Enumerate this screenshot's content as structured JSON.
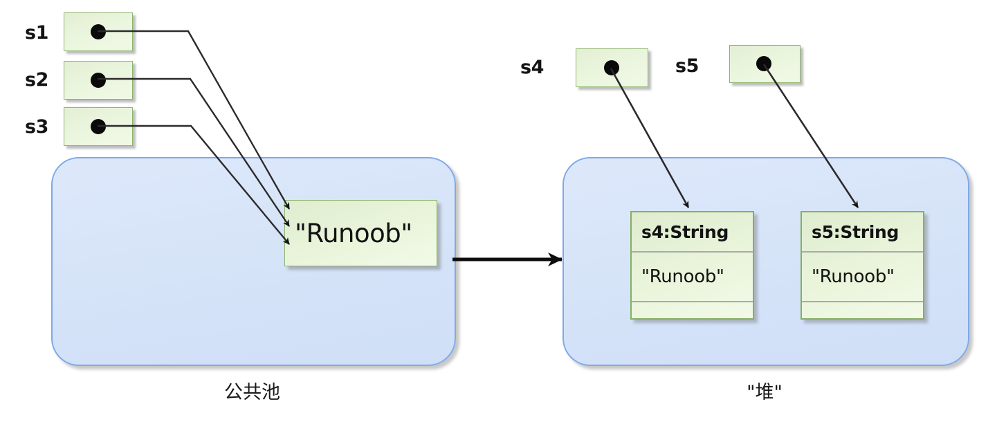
{
  "diagram": {
    "title_hidden": "",
    "colors": {
      "box_fill": "#eaf5dd",
      "box_border": "#8cb46a",
      "region_fill": "#d8e5f9",
      "region_border": "#7fa9e8",
      "connector": "#1a1a1a",
      "divider": "#a9a9a9"
    }
  },
  "stack_variables": [
    {
      "name": "s1",
      "label": "s1",
      "pointer": "pool-literal"
    },
    {
      "name": "s2",
      "label": "s2",
      "pointer": "pool-literal"
    },
    {
      "name": "s3",
      "label": "s3",
      "pointer": "pool-literal"
    }
  ],
  "heap_variables": [
    {
      "name": "s4",
      "label": "s4",
      "pointer": "heap-object-s4"
    },
    {
      "name": "s5",
      "label": "s5",
      "pointer": "heap-object-s5"
    }
  ],
  "pool": {
    "caption": "公共池",
    "literal": "\"Runoob\""
  },
  "heap": {
    "caption": "\"堆\"",
    "objects": [
      {
        "title": "s4:String",
        "value": "\"Runoob\"",
        "extra": ""
      },
      {
        "title": "s5:String",
        "value": "\"Runoob\"",
        "extra": ""
      }
    ]
  },
  "connectors": {
    "pool_to_heap": "arrow-right"
  }
}
